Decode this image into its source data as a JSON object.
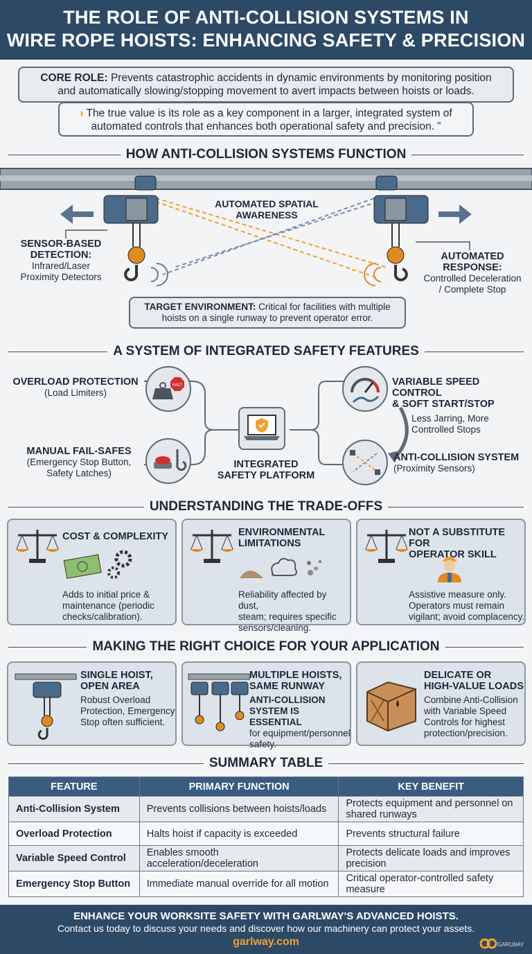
{
  "header": {
    "line1": "THE ROLE OF ANTI-COLLISION SYSTEMS IN",
    "line2": "WIRE ROPE HOISTS: ENHANCING SAFETY & PRECISION"
  },
  "core": {
    "label": "CORE ROLE:",
    "text": "Prevents catastrophic accidents in dynamic environments by monitoring position",
    "text2": "and automatically slowing/stopping movement to avert impacts between hoists or loads."
  },
  "quote": {
    "line1": "The true value is its role as a key component in a larger, integrated system of",
    "line2": "automated controls that enhances both operational safety and precision. ”"
  },
  "sections": {
    "function": "HOW ANTI-COLLISION SYSTEMS FUNCTION",
    "features": "A SYSTEM OF INTEGRATED SAFETY FEATURES",
    "tradeoffs": "UNDERSTANDING THE TRADE-OFFS",
    "choice": "MAKING THE RIGHT CHOICE FOR YOUR APPLICATION",
    "summary": "SUMMARY TABLE"
  },
  "function": {
    "awareness1": "AUTOMATED SPATIAL",
    "awareness2": "AWARENESS",
    "sensor_t1": "SENSOR-BASED",
    "sensor_t2": "DETECTION:",
    "sensor_s1": "Infrared/Laser",
    "sensor_s2": "Proximity Detectors",
    "resp_t1": "AUTOMATED",
    "resp_t2": "RESPONSE:",
    "resp_s1": "Controlled Deceleration",
    "resp_s2": "/ Complete Stop",
    "env_label": "TARGET ENVIRONMENT:",
    "env_text": "Critical for facilities with multiple",
    "env_text2": "hoists on a single runway to prevent operator error."
  },
  "features": {
    "overload_t": "OVERLOAD PROTECTION",
    "overload_s": "(Load Limiters)",
    "stop_sign": "HALT",
    "manual_t": "MANUAL FAIL-SAFES",
    "manual_s1": "(Emergency Stop Button,",
    "manual_s2": "Safety Latches)",
    "platform1": "INTEGRATED",
    "platform2": "SAFETY PLATFORM",
    "speed_t1": "VARIABLE SPEED CONTROL",
    "speed_t2": "& SOFT START/STOP",
    "jar1": "Less Jarring, More",
    "jar2": "Controlled Stops",
    "anti_t": "ANTI-COLLISION SYSTEM",
    "anti_s": "(Proximity Sensors)"
  },
  "tradeoffs": [
    {
      "title1": "COST & COMPLEXITY",
      "title2": "",
      "text": [
        "Adds to initial price &",
        "maintenance (periodic",
        "checks/calibration)."
      ]
    },
    {
      "title1": "ENVIRONMENTAL",
      "title2": "LIMITATIONS",
      "text": [
        "Reliability affected by dust,",
        "steam; requires specific",
        "sensors/cleaning."
      ]
    },
    {
      "title1": "NOT A SUBSTITUTE FOR",
      "title2": "OPERATOR SKILL",
      "text": [
        "Assistive measure only.",
        "Operators must remain",
        "vigilant; avoid complacency."
      ]
    }
  ],
  "choices": [
    {
      "title1": "SINGLE HOIST,",
      "title2": "OPEN AREA",
      "bold": [],
      "text": [
        "Robust Overload",
        "Protection, Emergency",
        "Stop often sufficient."
      ]
    },
    {
      "title1": "MULTIPLE HOISTS,",
      "title2": "SAME RUNWAY",
      "bold": [
        "ANTI-COLLISION",
        "SYSTEM IS ESSENTIAL"
      ],
      "text": [
        "for equipment/personnel",
        "safety."
      ]
    },
    {
      "title1": "DELICATE OR",
      "title2": "HIGH-VALUE LOADS",
      "bold": [],
      "text": [
        "Combine Anti-Collision",
        "with Variable Speed",
        "Controls for highest",
        "protection/precision."
      ]
    }
  ],
  "table": {
    "headers": [
      "FEATURE",
      "PRIMARY FUNCTION",
      "KEY BENEFIT"
    ],
    "rows": [
      [
        "Anti-Collision System",
        "Prevents collisions between hoists/loads",
        "Protects equipment and personnel on shared runways"
      ],
      [
        "Overload Protection",
        "Halts hoist if capacity is exceeded",
        "Prevents structural failure"
      ],
      [
        "Variable Speed Control",
        "Enables smooth acceleration/deceleration",
        "Protects delicate loads and improves precision"
      ],
      [
        "Emergency Stop Button",
        "Immediate manual override for all motion",
        "Critical operator-controlled safety measure"
      ]
    ]
  },
  "footer": {
    "title": "ENHANCE YOUR WORKSITE SAFETY WITH GARLWAY'S ADVANCED HOISTS.",
    "sub": "Contact us today to discuss your needs and discover how our machinery can protect your assets.",
    "url": "garlway.com",
    "logo_text": "GARLWAY"
  },
  "colors": {
    "navy": "#2c4a66",
    "orange": "#f0a030",
    "table_header": "#3a5c80",
    "background": "#f3f4f6"
  }
}
